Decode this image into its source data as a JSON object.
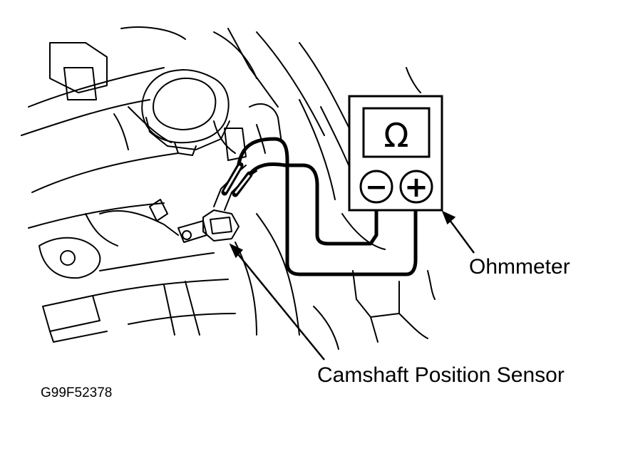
{
  "labels": {
    "ohmmeter": "Ohmmeter",
    "sensor": "Camshaft Position Sensor",
    "figure_code": "G99F52378"
  },
  "meter": {
    "display_symbol": "Ω",
    "negative_terminal": "−",
    "positive_terminal": "+"
  },
  "colors": {
    "ink": "#000000",
    "paper": "#ffffff"
  }
}
